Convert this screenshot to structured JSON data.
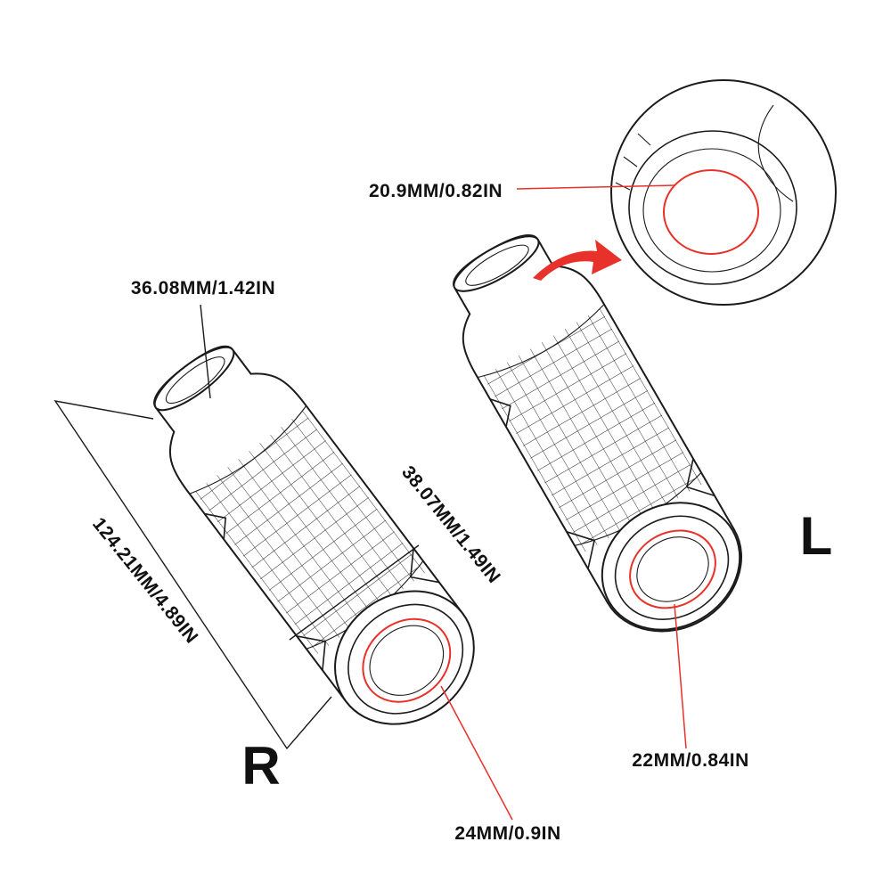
{
  "diagram": {
    "labels": {
      "zoom_inner_diameter": "20.9MM/0.82IN",
      "grip_end_outer_diameter": "36.08MM/1.42IN",
      "grip_overall_length": "124.21MM/4.89IN",
      "grip_body_diameter": "38.07MM/1.49IN",
      "left_grip_inner_diameter": "22MM/0.84IN",
      "right_grip_inner_diameter": "24MM/0.9IN",
      "right_grip_letter": "R",
      "left_grip_letter": "L"
    },
    "colors": {
      "line": "#1b1b1b",
      "accent_red": "#e8312a",
      "background": "#ffffff"
    }
  }
}
